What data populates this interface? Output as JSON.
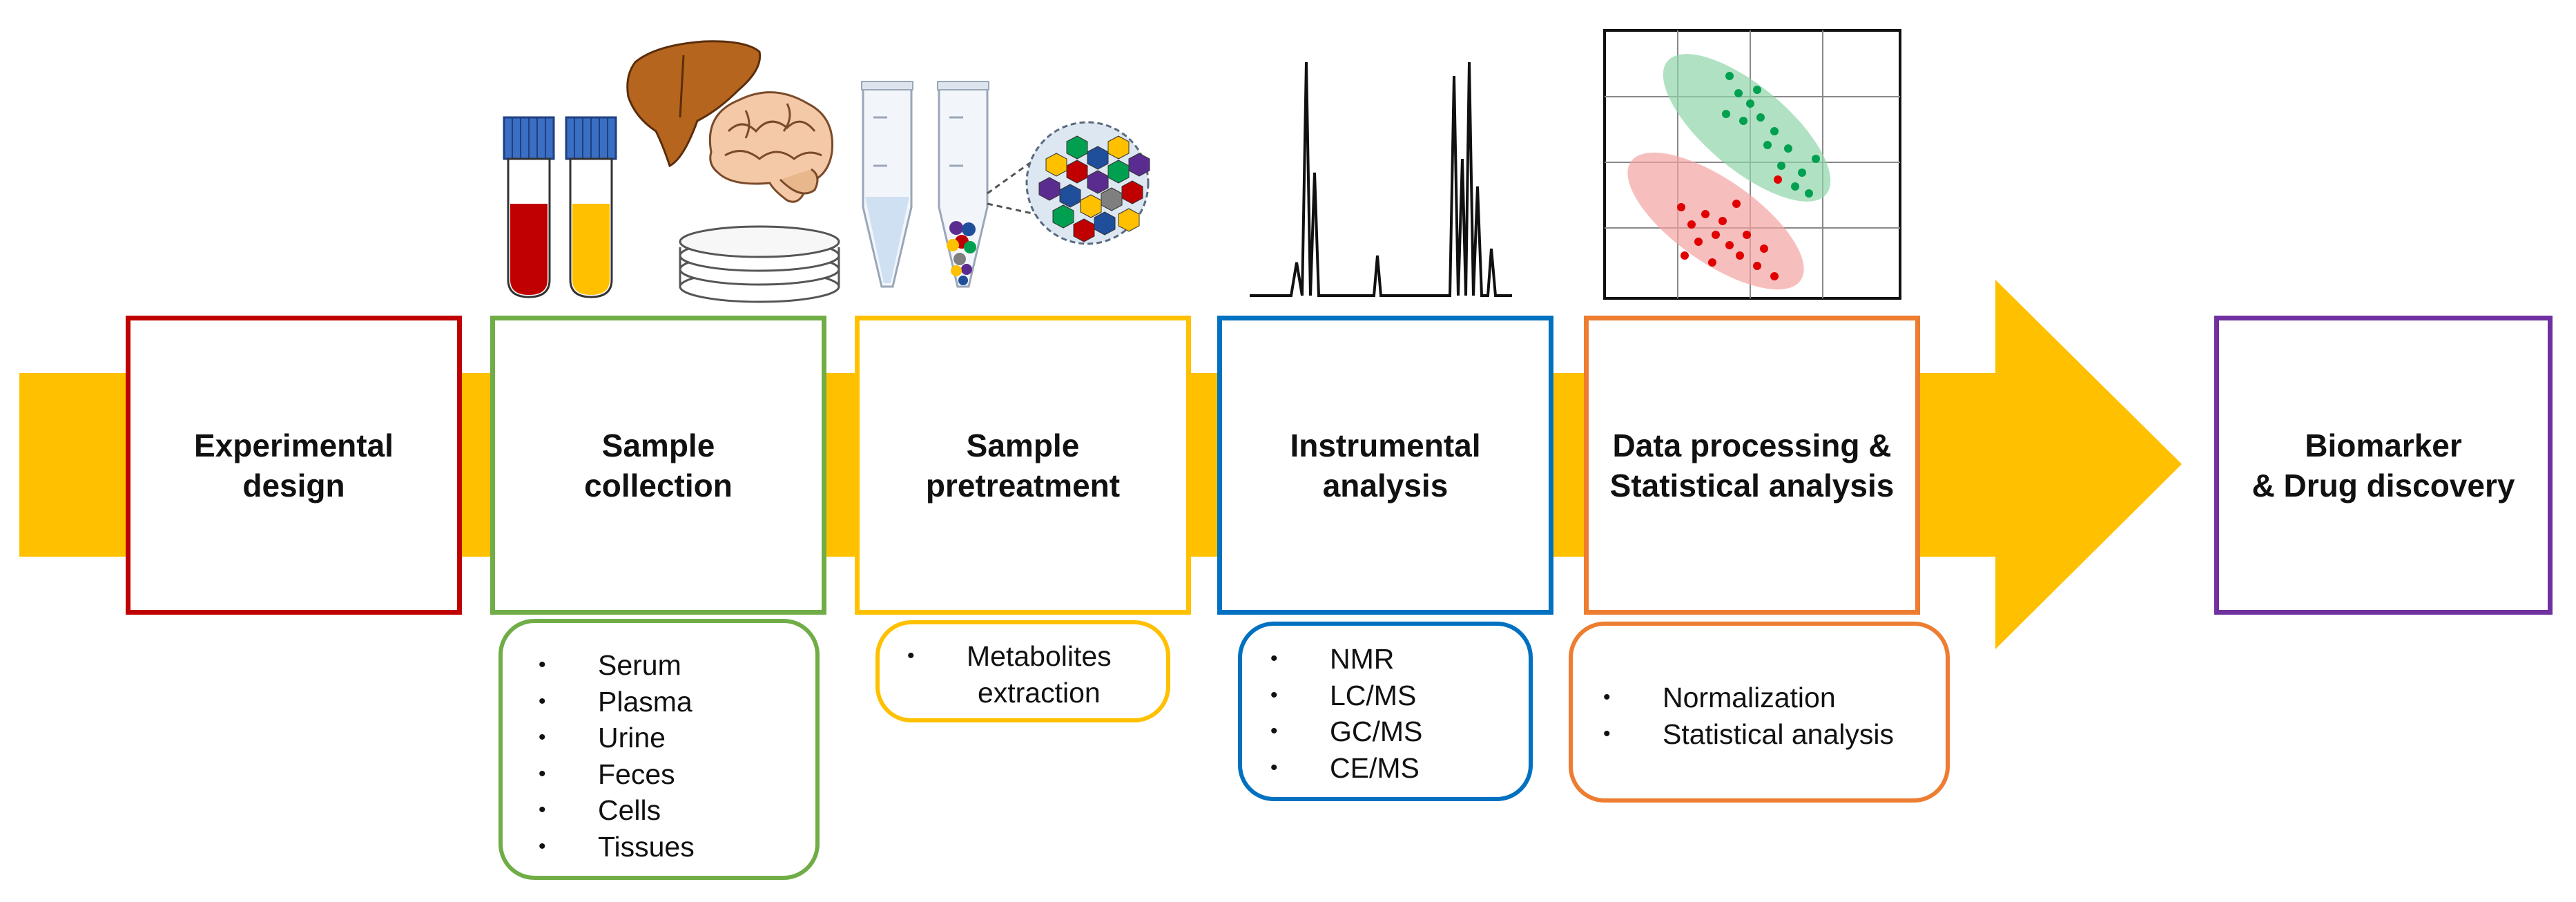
{
  "colors": {
    "arrow": "#FFC000",
    "red": "#C00000",
    "green": "#70AD47",
    "yellow": "#FFC000",
    "blue": "#0070C0",
    "orange": "#ED7D31",
    "purple": "#7030A0"
  },
  "stages": [
    {
      "id": "experimental-design",
      "label": "Experimental\ndesign",
      "color": "#C00000"
    },
    {
      "id": "sample-collection",
      "label": "Sample\ncollection",
      "color": "#70AD47"
    },
    {
      "id": "sample-pretreatment",
      "label": "Sample\npretreatment",
      "color": "#FFC000"
    },
    {
      "id": "instrumental-analysis",
      "label": "Instrumental\nanalysis",
      "color": "#0070C0"
    },
    {
      "id": "data-processing",
      "label": "Data processing &\nStatistical analysis",
      "color": "#ED7D31"
    },
    {
      "id": "biomarker-discovery",
      "label": "Biomarker\n& Drug discovery",
      "color": "#7030A0"
    }
  ],
  "details": {
    "sample_collection": [
      "Serum",
      "Plasma",
      "Urine",
      "Feces",
      "Cells",
      "Tissues"
    ],
    "sample_pretreatment": [
      "Metabolites\nextraction"
    ],
    "instrumental_analysis": [
      "NMR",
      "LC/MS",
      "GC/MS",
      "CE/MS"
    ],
    "data_processing": [
      "Normalization",
      "Statistical analysis"
    ]
  },
  "icons": {
    "sample_collection": [
      "blood-tube-icon",
      "serum-tube-icon",
      "liver-icon",
      "brain-icon",
      "petri-dish-icon"
    ],
    "sample_pretreatment": [
      "centrifuge-tube-icon",
      "metabolite-cluster-icon"
    ],
    "instrumental_analysis": "chromatogram-icon",
    "data_processing": "score-plot-icon"
  }
}
